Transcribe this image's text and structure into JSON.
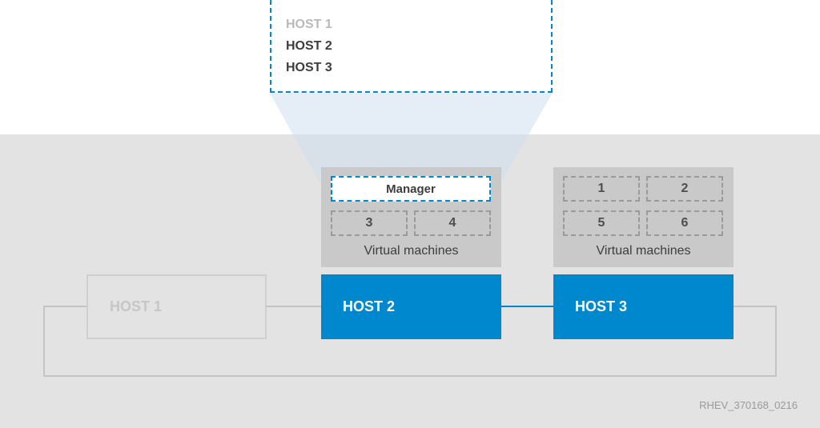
{
  "popup": {
    "items": [
      {
        "label": "HOST 1",
        "state": "inactive"
      },
      {
        "label": "HOST 2",
        "state": "active"
      },
      {
        "label": "HOST 3",
        "state": "active"
      }
    ]
  },
  "host2_panel": {
    "manager_label": "Manager",
    "vms": [
      "3",
      "4"
    ],
    "caption": "Virtual machines"
  },
  "host3_panel": {
    "vms": [
      "1",
      "2",
      "5",
      "6"
    ],
    "caption": "Virtual machines"
  },
  "hosts": [
    {
      "label": "HOST 1",
      "state": "inactive"
    },
    {
      "label": "HOST 2",
      "state": "active"
    },
    {
      "label": "HOST 3",
      "state": "active"
    }
  ],
  "figure_id": "RHEV_370168_0216",
  "colors": {
    "active_host": "#0088ce",
    "background": "#e3e3e3",
    "panel": "#c9c9c9",
    "inactive_text": "#c6c6c6"
  }
}
